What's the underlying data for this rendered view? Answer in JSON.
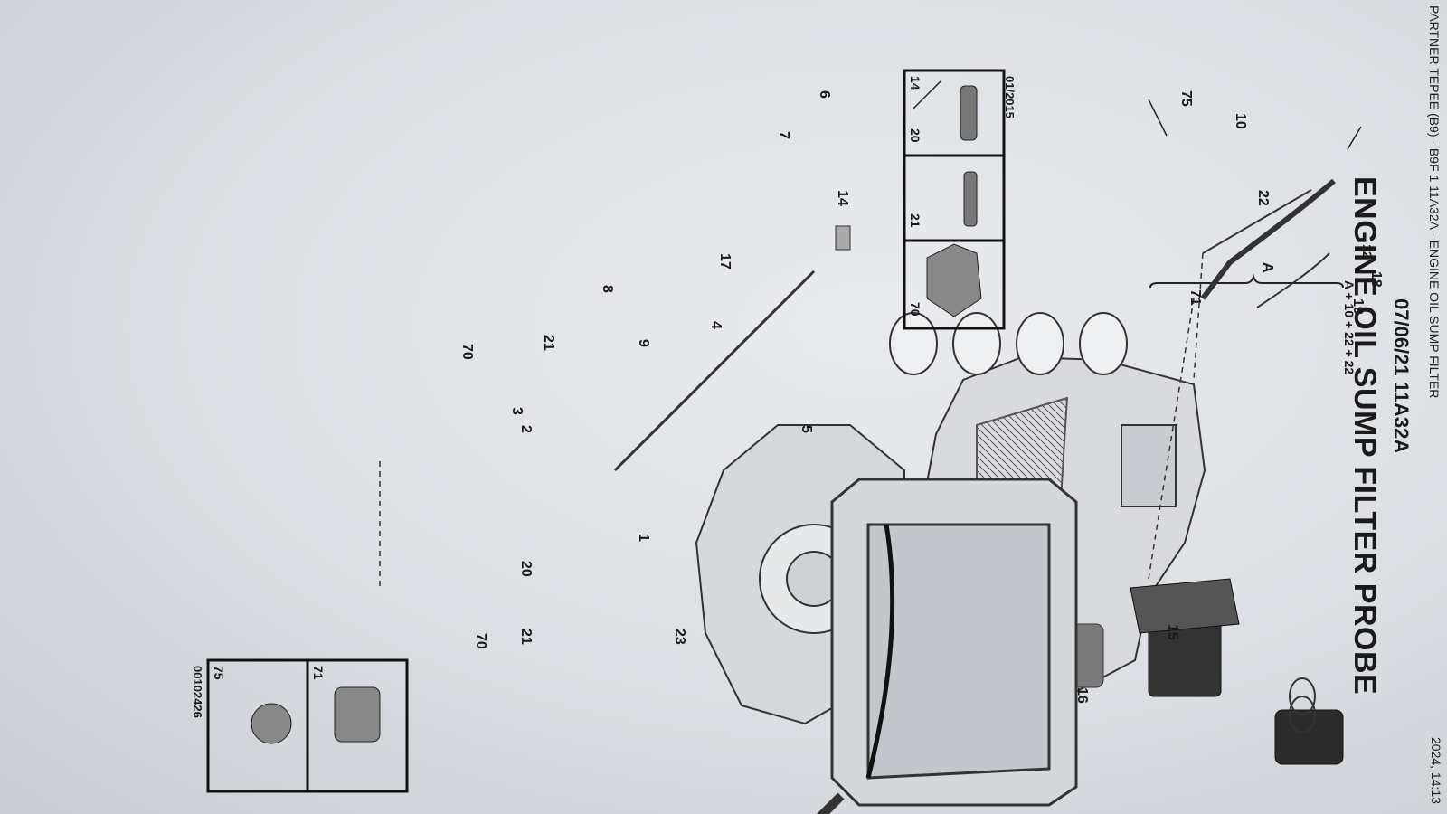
{
  "header": {
    "breadcrumb": "PARTNER TEPEE (B9) - B9F 1 11A32A - ENGINE OIL SUMP FILTER",
    "date_time": "2024, 14:13"
  },
  "document": {
    "subtitle": "07/06/21 11A32A",
    "title": "ENGINE OIL SUMP FILTER PROBE"
  },
  "brace": {
    "number": "12",
    "formula": "A + 10 + 22 + 22"
  },
  "callouts": {
    "c75": "75",
    "c10": "10",
    "c22": "22",
    "cA": "A",
    "c71": "71",
    "c18": "18",
    "c19": "19",
    "c15": "15",
    "c16": "16",
    "c6": "6",
    "c7": "7",
    "c14": "14",
    "c17": "17",
    "c4": "4",
    "c5": "5",
    "c8": "8",
    "c9": "9",
    "c21a": "21",
    "c70a": "70",
    "c3": "3",
    "c2": "2",
    "c1": "1",
    "c20": "20",
    "c21b": "21",
    "c70b": "70",
    "c23": "23"
  },
  "fastener_box_left": {
    "labels": [
      "14",
      "20",
      "21",
      "70"
    ],
    "code": "01/2015"
  },
  "fastener_box_right": {
    "labels": [
      "75",
      "71"
    ],
    "code": "00102426"
  }
}
